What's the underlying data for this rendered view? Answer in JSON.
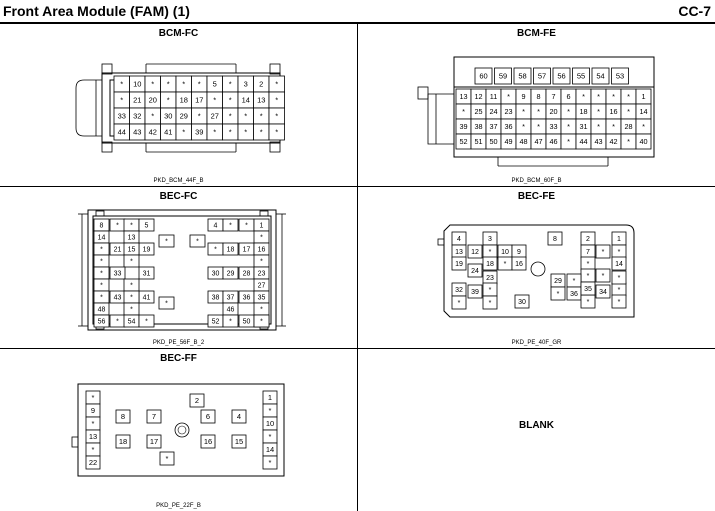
{
  "page": {
    "title": "Front Area Module (FAM) (1)",
    "page_number": "CC-7"
  },
  "panels": [
    {
      "title": "BCM-FC",
      "code": "PKD_BCM_44F_B",
      "rows": [
        [
          "*",
          "10",
          "*",
          "*",
          "*",
          "*",
          "5",
          "*",
          "3",
          "2",
          "*"
        ],
        [
          "*",
          "21",
          "20",
          "*",
          "18",
          "17",
          "*",
          "*",
          "14",
          "13",
          "*"
        ],
        [
          "33",
          "32",
          "*",
          "30",
          "29",
          "*",
          "27",
          "*",
          "*",
          "*",
          "*"
        ],
        [
          "44",
          "43",
          "42",
          "41",
          "*",
          "39",
          "*",
          "*",
          "*",
          "*",
          "*"
        ]
      ]
    },
    {
      "title": "BCM-FE",
      "code": "PKD_BCM_60F_B",
      "top_row": [
        "60",
        "59",
        "58",
        "57",
        "56",
        "55",
        "54",
        "53"
      ],
      "rows": [
        [
          "13",
          "12",
          "11",
          "*",
          "9",
          "8",
          "7",
          "6",
          "*",
          "*",
          "*",
          "*",
          "1"
        ],
        [
          "*",
          "25",
          "24",
          "23",
          "*",
          "*",
          "20",
          "*",
          "18",
          "*",
          "16",
          "*",
          "14"
        ],
        [
          "39",
          "38",
          "37",
          "36",
          "*",
          "*",
          "33",
          "*",
          "31",
          "*",
          "*",
          "28",
          "*"
        ],
        [
          "52",
          "51",
          "50",
          "49",
          "48",
          "47",
          "46",
          "*",
          "44",
          "43",
          "42",
          "*",
          "40"
        ]
      ]
    },
    {
      "title": "BEC-FC",
      "code": "PKD_PE_56F_B_2",
      "labels": [
        "8",
        "*",
        "*",
        "5",
        "4",
        "*",
        "*",
        "1",
        "14",
        "13",
        "*",
        "*",
        "21",
        "19",
        "*",
        "18",
        "17",
        "16",
        "15",
        "*",
        "*",
        "*",
        "*",
        "33",
        "31",
        "30",
        "28",
        "23",
        "*",
        "*",
        "29",
        "27",
        "43",
        "41",
        "38",
        "37",
        "36",
        "35",
        "*",
        "*",
        "*",
        "*",
        "48",
        "46",
        "*",
        "56",
        "*",
        "54",
        "*",
        "52",
        "*",
        "50",
        "*",
        "*",
        "*",
        "*"
      ]
    },
    {
      "title": "BEC-FE",
      "code": "PKD_PE_40F_GR",
      "labels": [
        "4",
        "3",
        "8",
        "2",
        "1",
        "13",
        "12",
        "*",
        "10",
        "9",
        "7",
        "*",
        "*",
        "19",
        "18",
        "*",
        "16",
        "*",
        "14",
        "24",
        "23",
        "*",
        "*",
        "32",
        "*",
        "29",
        "*",
        "34",
        "*",
        "39",
        "*",
        "*",
        "36",
        "*",
        "*",
        "*",
        "30",
        "35",
        "*"
      ]
    },
    {
      "title": "BEC-FF",
      "code": "PKD_PE_22F_B",
      "labels": [
        "*",
        "2",
        "1",
        "9",
        "8",
        "7",
        "6",
        "*",
        "4",
        "*",
        "10",
        "13",
        "18",
        "17",
        "16",
        "15",
        "*",
        "*",
        "*",
        "14",
        "22",
        "*"
      ]
    },
    {
      "title": "",
      "code": "",
      "blank_label": "BLANK"
    }
  ]
}
